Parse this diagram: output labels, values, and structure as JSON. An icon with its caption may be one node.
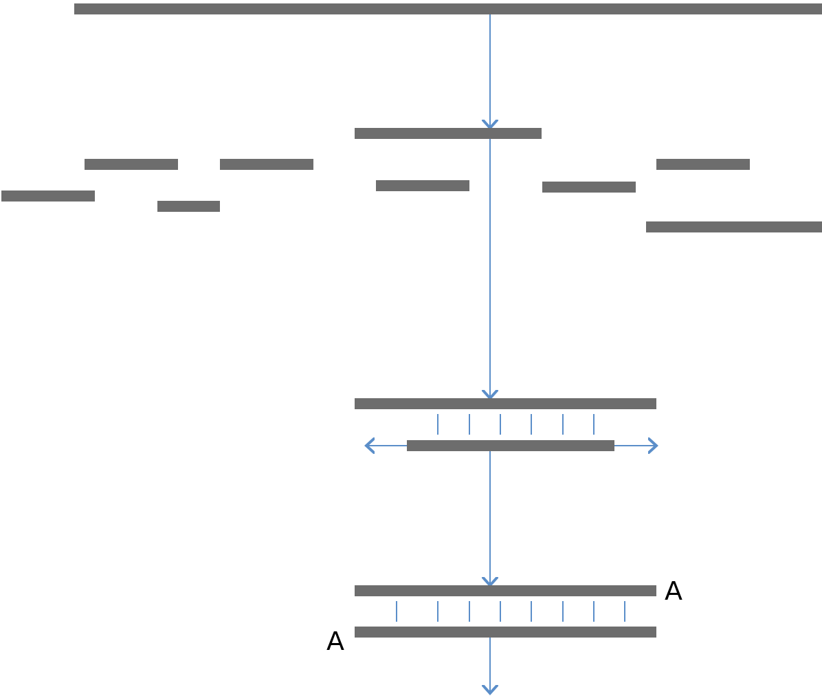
{
  "diagram": {
    "nodes": [
      {
        "text": [],
        "shape": "bar"
      },
      {
        "text": [],
        "shape": "bar"
      },
      {
        "text": [],
        "shape": "bar"
      },
      {
        "text": [],
        "shape": "bar"
      },
      {
        "text": [],
        "shape": "bar"
      },
      {
        "text": [],
        "shape": "bar"
      },
      {
        "text": [],
        "shape": "bar"
      },
      {
        "text": [],
        "shape": "bar"
      },
      {
        "text": [],
        "shape": "bar"
      },
      {
        "text": [],
        "shape": "bar"
      },
      {
        "text": [],
        "shape": "bar"
      },
      {
        "text": [],
        "shape": "bar"
      },
      {
        "text": [],
        "shape": "bar"
      },
      {
        "text": [],
        "shape": "bar"
      }
    ],
    "edges": [
      {
        "from": 0,
        "to": 1,
        "arrow": "to"
      },
      {
        "from": 1,
        "to": 10,
        "arrow": "to"
      },
      {
        "from": 11,
        "to": null,
        "arrow": "to"
      },
      {
        "from": 11,
        "to": null,
        "arrow": "to"
      },
      {
        "from": 11,
        "to": 12,
        "arrow": "to"
      },
      {
        "from": 13,
        "to": null,
        "arrow": "to"
      }
    ],
    "labels": [
      "A",
      "A"
    ]
  }
}
